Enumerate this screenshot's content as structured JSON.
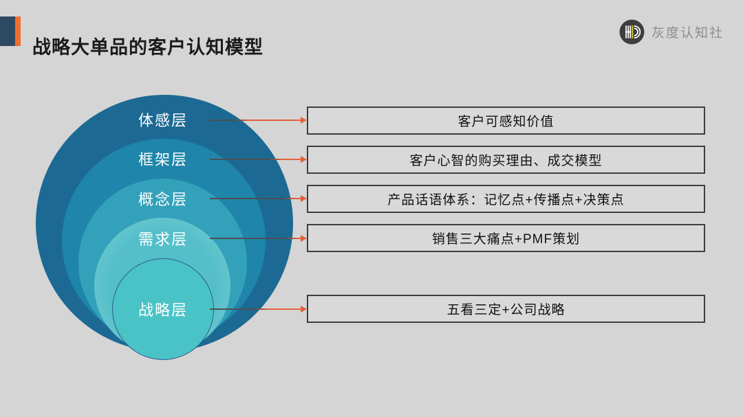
{
  "slide": {
    "title": "战略大单品的客户认知模型",
    "brand": {
      "name": "灰度认知社",
      "logo_monogram": "HD"
    }
  },
  "diagram": {
    "type": "nested-circles-model",
    "layers": [
      {
        "label": "体感层",
        "annotation": "客户可感知价值",
        "color": "#1C6A94"
      },
      {
        "label": "框架层",
        "annotation": "客户心智的购买理由、成交模型",
        "color": "#1F85AA"
      },
      {
        "label": "概念层",
        "annotation": "产品话语体系：记忆点+传播点+决策点",
        "color": "#33A1BA"
      },
      {
        "label": "需求层",
        "annotation": "销售三大痛点+PMF策划",
        "color": "#5CC1CA"
      },
      {
        "label": "战略层",
        "annotation": "五看三定+公司战略",
        "color": "#4AC3C7"
      }
    ]
  },
  "colors": {
    "background": "#D5D5D5",
    "accent_dark": "#2E4A62",
    "accent_orange": "#F06F2F",
    "arrow_orange": "#E8613B",
    "arrow_dark": "#4D4F53",
    "box_fill": "#D9D9D9",
    "box_border": "#3E3E3E",
    "inner_circle_outline": "#2B5C8E",
    "label_text": "#FFFFFF",
    "brand_text": "#8E8E8E",
    "logo_yellow": "#E5D11F"
  }
}
